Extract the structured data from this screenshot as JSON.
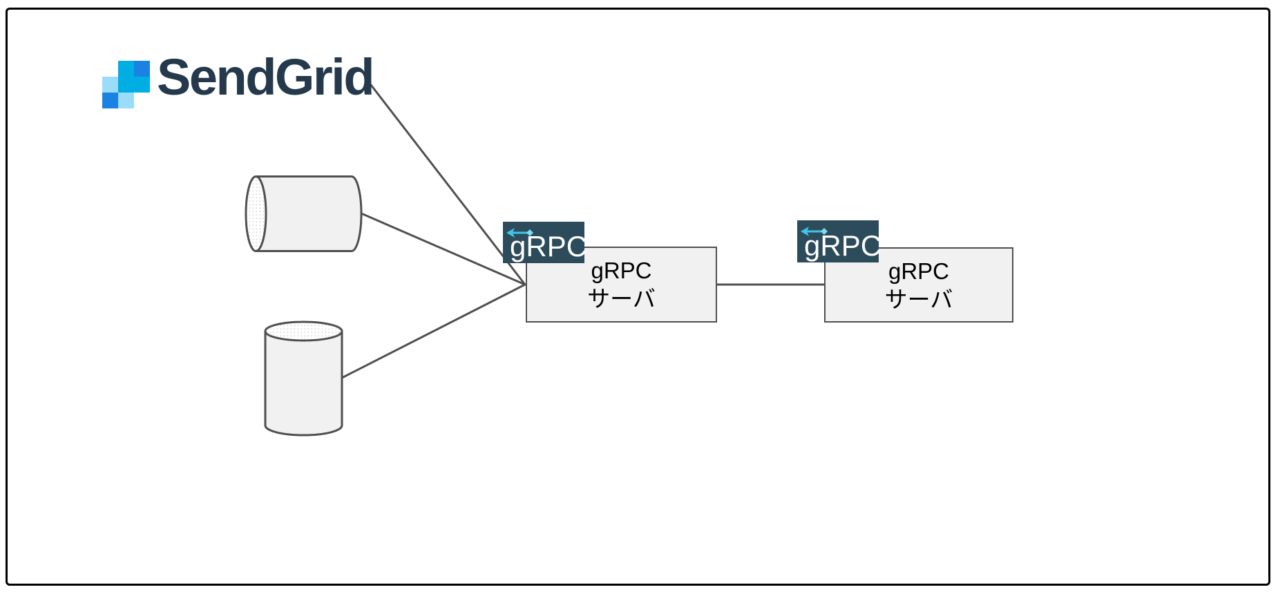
{
  "brand": {
    "name": "SendGrid"
  },
  "servers": [
    {
      "id": "grpc-server-1",
      "badge": "gRPC",
      "label_line1": "gRPC",
      "label_line2": "サーバ"
    },
    {
      "id": "grpc-server-2",
      "badge": "gRPC",
      "label_line1": "gRPC",
      "label_line2": "サーバ"
    }
  ],
  "datastores": [
    {
      "id": "cylinder-horizontal",
      "shape": "horizontal-cylinder"
    },
    {
      "id": "cylinder-vertical",
      "shape": "vertical-cylinder"
    }
  ],
  "edges": [
    {
      "from": "sendgrid-logo",
      "to": "grpc-server-1"
    },
    {
      "from": "cylinder-horizontal",
      "to": "grpc-server-1"
    },
    {
      "from": "cylinder-vertical",
      "to": "grpc-server-1"
    },
    {
      "from": "grpc-server-1",
      "to": "grpc-server-2"
    }
  ],
  "colors": {
    "frame_border": "#000000",
    "connector": "#4F4F4F",
    "shape_fill": "#F1F1F1",
    "shape_stroke": "#4F4F4F",
    "node_text": "#000000",
    "badge_background": "#2C4C5B",
    "badge_text": "#FFFFFF",
    "badge_arrow": "#3FC6E4",
    "wordmark": "#24394B",
    "icon_cyan": "#00AEE4",
    "icon_blue": "#1A82E2",
    "icon_light_blue": "#9BDCF9"
  }
}
